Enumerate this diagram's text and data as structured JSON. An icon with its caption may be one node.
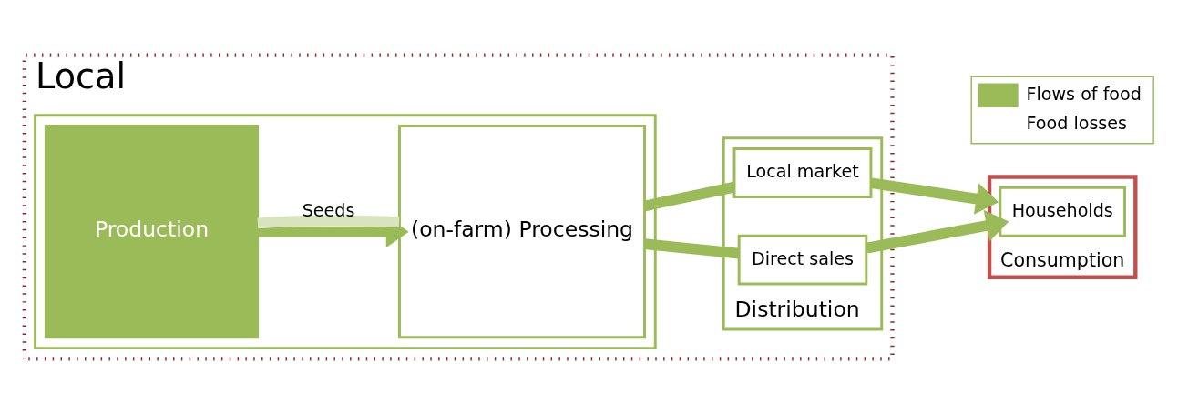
{
  "diagram": {
    "nodes": [
      {
        "text": [
          "Local"
        ]
      },
      {
        "text": [],
        "shape": "box",
        "in": 0
      },
      {
        "text": [
          "Production"
        ],
        "in": 1
      },
      {
        "text": [
          "(on-farm) Processing"
        ],
        "in": 1
      },
      {
        "text": [
          "Distribution"
        ],
        "in": 0
      },
      {
        "text": [
          "Direct sales"
        ],
        "in": 4
      },
      {
        "text": [
          "Local market"
        ],
        "in": 4
      },
      {
        "text": [
          "Consumption"
        ]
      },
      {
        "text": [
          "Households"
        ],
        "in": 7
      }
    ],
    "edges": [
      {
        "from": 2,
        "to": 3,
        "arrow": "to"
      },
      {
        "from": 3,
        "to": 5,
        "arrow": "none"
      },
      {
        "from": 3,
        "to": 6,
        "arrow": "none"
      },
      {
        "from": 5,
        "to": 8,
        "arrow": "to"
      },
      {
        "from": 6,
        "to": 7,
        "arrow": "to"
      },
      {
        "from": 3,
        "to": 2,
        "arrow": "none",
        "label": "Seeds",
        "color": "#d7e4bd"
      }
    ],
    "legend": [
      {
        "text": "Flows of food",
        "color": "#9bbb59"
      },
      {
        "text": "Food losses"
      }
    ]
  }
}
